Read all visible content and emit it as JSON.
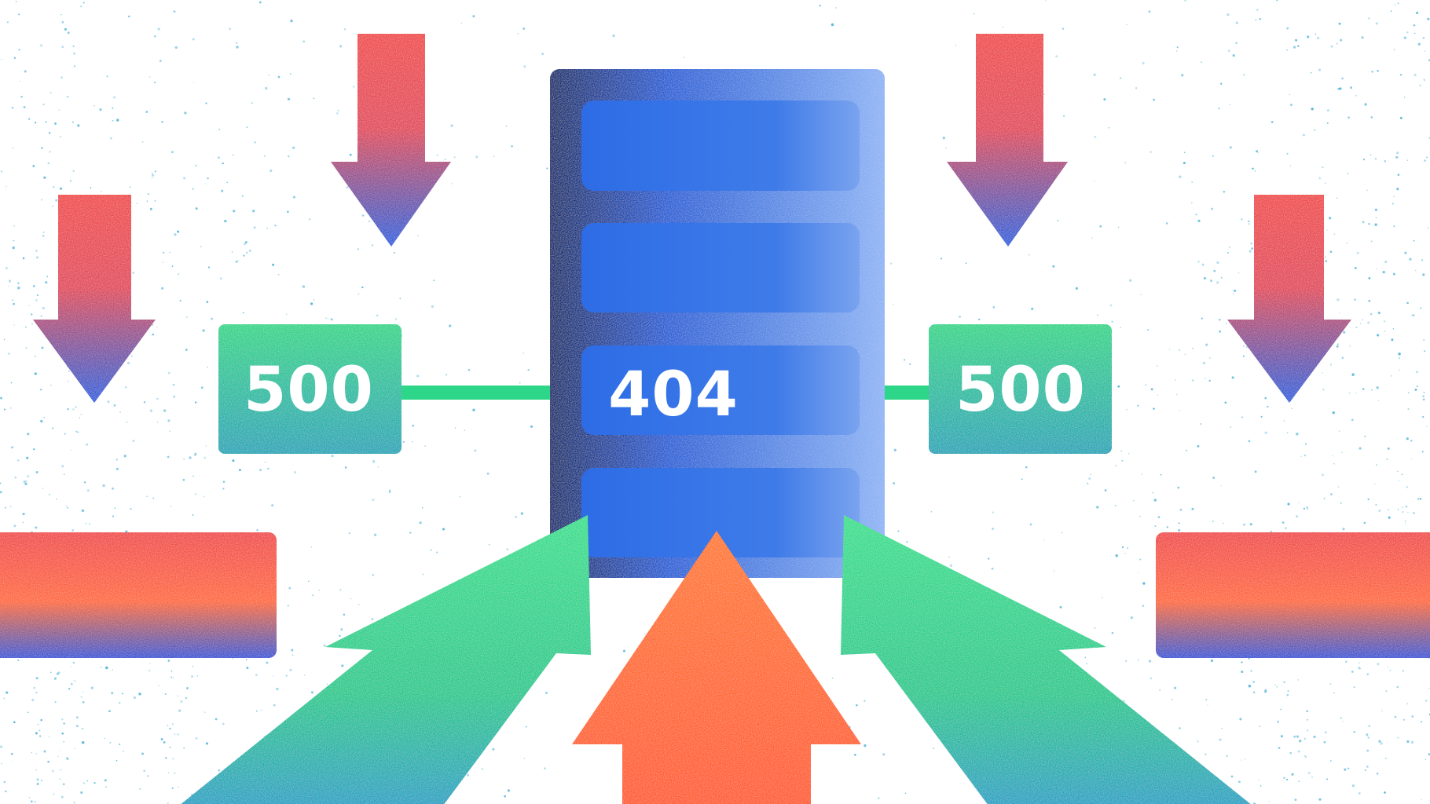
{
  "diagram": {
    "server": {
      "label": "404"
    },
    "left_box": {
      "label": "500"
    },
    "right_box": {
      "label": "500"
    }
  },
  "colors": {
    "server_dark": "#0b2a6e",
    "server_mid": "#1f5fd6",
    "server_light": "#8fb4f5",
    "green": "#2ed68a",
    "teal": "#1aa6b8",
    "red": "#f04a4a",
    "orange": "#ff7a2a",
    "blue": "#2a5fe0",
    "speckle": "#59b6d9"
  }
}
